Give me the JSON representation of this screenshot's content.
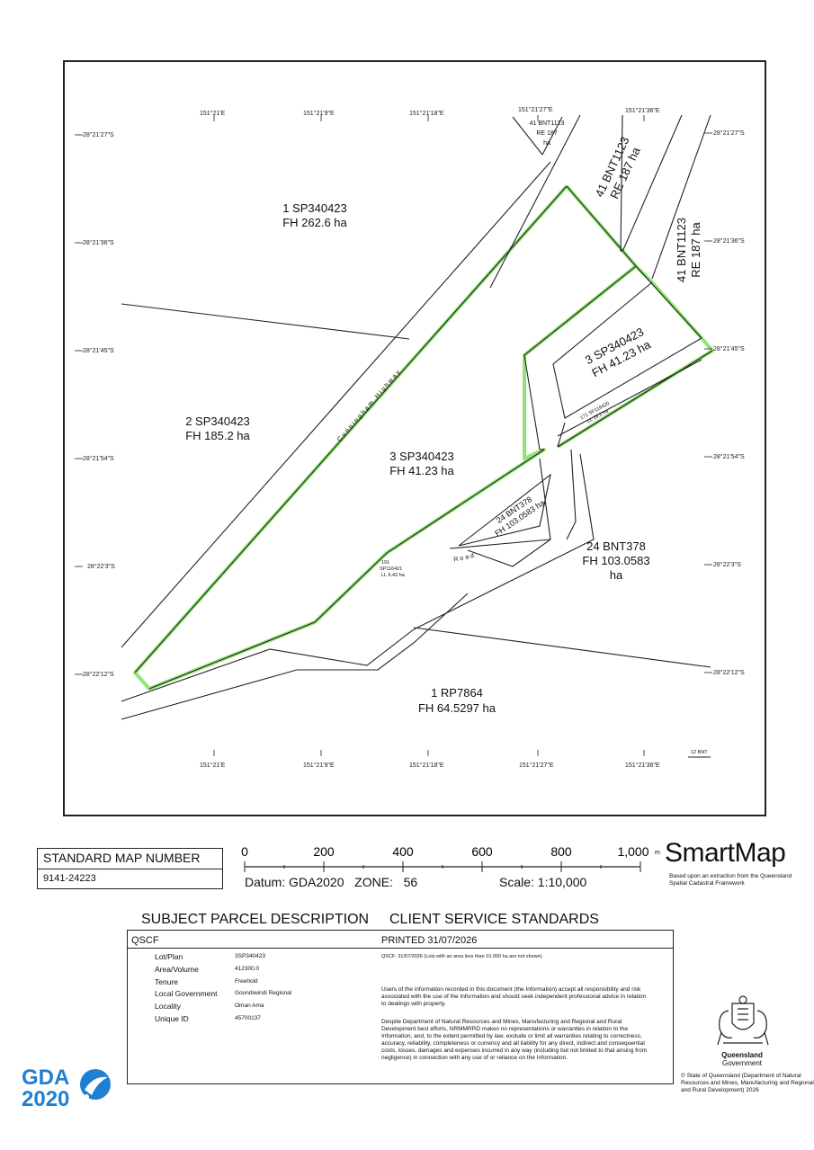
{
  "map": {
    "top_coords": [
      "151°21'E",
      "151°21'9\"E",
      "151°21'18\"E",
      "151°21'27\"E",
      "151°21'36\"E"
    ],
    "bottom_coords": [
      "151°21'E",
      "151°21'9\"E",
      "151°21'18\"E",
      "151°21'27\"E",
      "151°21'36\"E"
    ],
    "left_coords": [
      "28°21'27\"S",
      "28°21'36\"S",
      "28°21'45\"S",
      "28°21'54\"S",
      "28°22'3\"S",
      "28°22'12\"S"
    ],
    "right_coords": [
      "28°21'27\"S",
      "28°21'36\"S",
      "28°21'45\"S",
      "28°21'54\"S",
      "28°22'3\"S",
      "28°22'12\"S"
    ],
    "parcels": {
      "p1": [
        "1 SP340423",
        "FH 262.6 ha"
      ],
      "p2": [
        "2 SP340423",
        "FH 185.2 ha"
      ],
      "p3": [
        "3 SP340423",
        "FH 41.23 ha"
      ],
      "p3b": [
        "3 SP340423",
        "FH 41.23 ha"
      ],
      "p24": [
        "24 BNT378",
        "FH 103.0583",
        "ha"
      ],
      "p24b": [
        "24 BNT378",
        "FH 103.0583 ha"
      ],
      "p41a": [
        "41 BNT1123",
        "RE 187 ha"
      ],
      "p41b": [
        "41 BNT1123",
        "RE 187 ha"
      ],
      "p41c": [
        "41 BNT1123",
        "RE 187",
        "ha"
      ],
      "p1rp": [
        "1 RP7864",
        "FH 64.5297 ha"
      ],
      "p191": [
        "191",
        "SP116421",
        "LL 6.42 ha"
      ],
      "p171": [
        "171 SP116420",
        "LL 19.2 ha"
      ],
      "p12": [
        "12 BNT"
      ]
    },
    "road_highway": "Cunningham Highway",
    "road_local": "Road"
  },
  "standard_map": {
    "title": "STANDARD MAP NUMBER",
    "number": "9141-24223"
  },
  "scale": {
    "ticks": [
      "0",
      "200",
      "400",
      "600",
      "800",
      "1,000"
    ],
    "unit": "m",
    "datum_line": "Datum: GDA2020   ZONE:   56",
    "ratio": "Scale: 1:10,000"
  },
  "smartmap": {
    "title": "SmartMap",
    "subtitle": "Based upon an extraction from the Queensland Spatial Cadastral Framework"
  },
  "subject": {
    "heading": "SUBJECT PARCEL DESCRIPTION",
    "service_heading": "CLIENT SERVICE STANDARDS",
    "qscf": "QSCF",
    "printed": "PRINTED  31/07/2026",
    "qscf_note": "QSCF: 31/07/2026 (Lots with an area less than 10.000 ha are not shown)",
    "fields": [
      {
        "label": "Lot/Plan",
        "value": "3SP340423"
      },
      {
        "label": "Area/Volume",
        "value": "412300.0"
      },
      {
        "label": "Tenure",
        "value": "Freehold"
      },
      {
        "label": "Local Government",
        "value": "Goondiwindi Regional"
      },
      {
        "label": "Locality",
        "value": "Oman Ama"
      },
      {
        "label": "Unique ID",
        "value": "45700137"
      }
    ],
    "disclaimer1": "Users of the information recorded in this document (the Information) accept all responsibility and risk associated with the use of the Information and should seek independent professional advice in relation to dealings with property.",
    "disclaimer2": "Despite Department of Natural Resources and Mines, Manufacturing and Regional and Rural Development best efforts, NRMMRRD makes no representations or warranties in relation to the Information, and, to the extent permitted by law, exclude or limit all warranties relating to correctness, accuracy, reliability, completeness or currency and all liability for any direct, indirect and consequential costs, losses, damages and expenses incurred in any way (including but not limited to that arising from negligence) in connection with any use of or reliance on the Information."
  },
  "government": {
    "wordmark": [
      "Queensland",
      "Government"
    ],
    "copyright": "© State of Queensland (Department of Natural Resources and Mines, Manufacturing and Regional and Rural Development) 2026"
  },
  "gda_logo": {
    "line1": "GDA",
    "line2": "2020"
  },
  "colors": {
    "highlight": "#7ee05a",
    "ink": "#222222",
    "gda_blue": "#1f7fd0"
  }
}
